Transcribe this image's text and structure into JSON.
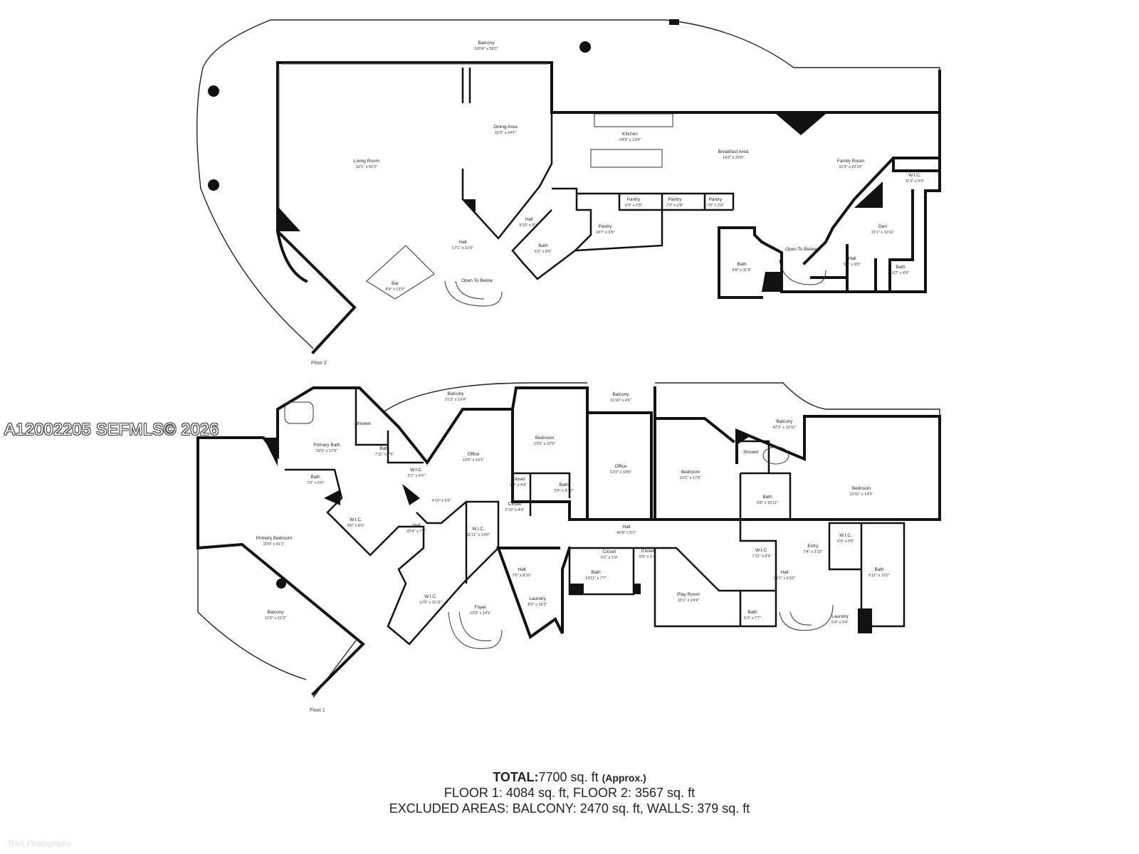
{
  "watermark": "A12002205  SEFMLS© 2026",
  "floor_labels": {
    "floor2": "Floor 2",
    "floor1": "Floor 1"
  },
  "totals": {
    "total_label": "TOTAL:",
    "total_value": "7700 sq. ft",
    "approx": "(Approx.)",
    "line2": "FLOOR 1: 4084 sq. ft, FLOOR 2: 3567 sq. ft",
    "line3": "EXCLUDED AREAS: BALCONY: 2470 sq. ft, WALLS: 379 sq. ft"
  },
  "credit": "RAS Photography",
  "floor2_rooms": [
    {
      "name": "Balcony",
      "dim": "100'4\" x 38'2\""
    },
    {
      "name": "Dining Area",
      "dim": "15'5\" x 24'1\""
    },
    {
      "name": "Kitchen",
      "dim": "24'3\" x 13'4\""
    },
    {
      "name": "Living Room",
      "dim": "32'1\" x 41'2\""
    },
    {
      "name": "Breakfast Area",
      "dim": "14'2\" x 23'0\""
    },
    {
      "name": "Family Room",
      "dim": "31'9\" x 22'10\""
    },
    {
      "name": "W.I.C.",
      "dim": "11'3\" x 6'0\""
    },
    {
      "name": "Pantry",
      "dim": "6'4\" x 2'8\""
    },
    {
      "name": "Pantry",
      "dim": "7'2\" x 2'8\""
    },
    {
      "name": "Pantry",
      "dim": "7'0\" x 2'8\""
    },
    {
      "name": "Hall",
      "dim": "5'10\" x 8'1\""
    },
    {
      "name": "Pantry",
      "dim": "19'7\" x 9'8\""
    },
    {
      "name": "Hall",
      "dim": "17'1\" x 11'0\""
    },
    {
      "name": "Bath",
      "dim": "6'2\" x 8'6\""
    },
    {
      "name": "Den",
      "dim": "15'1\" x 10'11\""
    },
    {
      "name": "Bath",
      "dim": "8'8\" x 11'9\""
    },
    {
      "name": "Open To Below",
      "dim": ""
    },
    {
      "name": "Hall",
      "dim": "5'7\" x 9'0\""
    },
    {
      "name": "Bath",
      "dim": "9'2\" x 4'9\""
    },
    {
      "name": "Bar",
      "dim": "8'9\" x 13'0\""
    },
    {
      "name": "Open To Below",
      "dim": ""
    }
  ],
  "floor1_rooms": [
    {
      "name": "Balcony",
      "dim": "21'3\" x 10'4\""
    },
    {
      "name": "Shower",
      "dim": ""
    },
    {
      "name": "Primary Bath",
      "dim": "18'5\" x 17'9\""
    },
    {
      "name": "Bath",
      "dim": "7'11\" x 7'5\""
    },
    {
      "name": "Office",
      "dim": "15'5\" x 15'1\""
    },
    {
      "name": "W.I.C.",
      "dim": "5'1\" x 4'5\""
    },
    {
      "name": "Bath",
      "dim": "7'0\" x 5'0\""
    },
    {
      "name": "",
      "dim": "4'10\" x 5'6\""
    },
    {
      "name": "W.I.C.",
      "dim": "8'6\" x 8'5\""
    },
    {
      "name": "Hall",
      "dim": "25'4\" x 7'7\""
    },
    {
      "name": "Primary Bedroom",
      "dim": "20'0\" x 41'1\""
    },
    {
      "name": "W.I.C.",
      "dim": "11'11\" x 14'0\""
    },
    {
      "name": "Bedroom",
      "dim": "13'0\" x 22'9\""
    },
    {
      "name": "Closet",
      "dim": "2'0\" x 4'4\""
    },
    {
      "name": "Closet",
      "dim": "2'10\" x 4'4\""
    },
    {
      "name": "Bath",
      "dim": "5'9\" x 8'10\""
    },
    {
      "name": "Balcony",
      "dim": "11'10\" x 4'6\""
    },
    {
      "name": "Office",
      "dim": "12'0\" x 18'5\""
    },
    {
      "name": "Bedroom",
      "dim": "15'1\" x 17'5\""
    },
    {
      "name": "Balcony",
      "dim": "42'3\" x 10'11\""
    },
    {
      "name": "Shower",
      "dim": ""
    },
    {
      "name": "Bath",
      "dim": "9'8\" x 16'11\""
    },
    {
      "name": "Bedroom",
      "dim": "23'11\" x 14'3\""
    },
    {
      "name": "Hall",
      "dim": "40'8\" x 5'1\""
    },
    {
      "name": "W.I.C.",
      "dim": "7'11\" x 6'9\""
    },
    {
      "name": "Entry",
      "dim": "7'4\" x 3'10\""
    },
    {
      "name": "W.I.C.",
      "dim": "6'4\" x 9'6\""
    },
    {
      "name": "Bath",
      "dim": "6'11\" x 19'2\""
    },
    {
      "name": "Closet",
      "dim": "6'1\" x 1'9\""
    },
    {
      "name": "Closet",
      "dim": "6'5\" x 1'7\""
    },
    {
      "name": "Hall",
      "dim": "21'1\" x 6'10\""
    },
    {
      "name": "Hall",
      "dim": "7'0\" x 8'10\""
    },
    {
      "name": "Bath",
      "dim": "14'11\" x 7'7\""
    },
    {
      "name": "Play Room",
      "dim": "15'1\" x 14'4\""
    },
    {
      "name": "W.I.C.",
      "dim": "12'5\" x 11'11\""
    },
    {
      "name": "Laundry",
      "dim": "8'2\" x 16'3\""
    },
    {
      "name": "Bath",
      "dim": "5'3\" x 7'7\""
    },
    {
      "name": "Laundry",
      "dim": "5'4\" x 9'4\""
    },
    {
      "name": "Foyer",
      "dim": "13'9\" x 14'1\""
    },
    {
      "name": "Balcony",
      "dim": "11'5\" x 12'3\""
    }
  ]
}
